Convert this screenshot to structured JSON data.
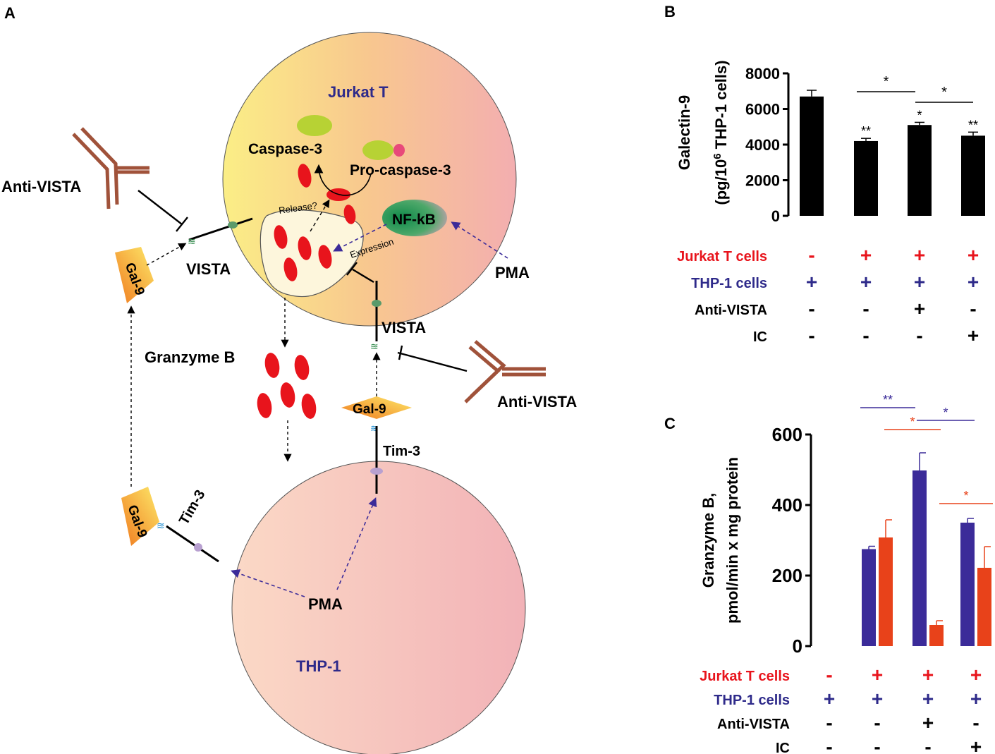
{
  "panels": {
    "a": "A",
    "b": "B",
    "c": "C"
  },
  "diagram": {
    "jurkat_label": "Jurkat T",
    "thp1_label": "THP-1",
    "caspase3": "Caspase-3",
    "procaspase3": "Pro-caspase-3",
    "release": "Release?",
    "expression": "Expression",
    "nfkb": "NF-kB",
    "pma": "PMA",
    "anti_vista": "Anti-VISTA",
    "vista": "VISTA",
    "gal9": "Gal-9",
    "tim3": "Tim-3",
    "granzyme_b": "Granzyme B"
  },
  "colors": {
    "red": "#e8141c",
    "blue": "#2e2a8a",
    "orange_bar": "#e8421a",
    "purple_bar": "#3b2b99",
    "antibody": "#a0523a"
  },
  "condition_rows": [
    {
      "label": "Jurkat T cells",
      "color": "#e8141c",
      "values": [
        "-",
        "+",
        "+",
        "+"
      ]
    },
    {
      "label": "THP-1 cells",
      "color": "#2e2a8a",
      "values": [
        "+",
        "+",
        "+",
        "+"
      ]
    },
    {
      "label": "Anti-VISTA",
      "color": "#000000",
      "values": [
        "-",
        "-",
        "+",
        "-"
      ]
    },
    {
      "label": "IC",
      "color": "#000000",
      "values": [
        "-",
        "-",
        "-",
        "+"
      ]
    }
  ],
  "chart_data": [
    {
      "type": "bar",
      "panel": "B",
      "ylabel_line1": "Galectin-9",
      "ylabel_line2": "(pg/10",
      "ylabel_sup": "6",
      "ylabel_line2_end": " THP-1 cells)",
      "ylim": [
        0,
        8000
      ],
      "yticks": [
        "0",
        "2000",
        "4000",
        "6000",
        "8000"
      ],
      "values": [
        6700,
        4200,
        5100,
        4500
      ],
      "errors": [
        350,
        150,
        150,
        200
      ],
      "point_marks": [
        "",
        "**",
        "*",
        "**"
      ],
      "comparisons": [
        {
          "from": 1,
          "to": 2,
          "mark": "*"
        },
        {
          "from": 2,
          "to": 3,
          "mark": "*"
        }
      ]
    },
    {
      "type": "bar",
      "panel": "C",
      "ylabel_line1": "Granzyme B,",
      "ylabel_line2": "pmol/min x mg protein",
      "ylim": [
        0,
        600
      ],
      "yticks": [
        "0",
        "200",
        "400",
        "600"
      ],
      "series": [
        {
          "values": [
            null,
            275,
            498,
            350
          ],
          "errors": [
            null,
            8,
            50,
            12
          ]
        },
        {
          "values": [
            null,
            308,
            60,
            222
          ],
          "errors": [
            null,
            50,
            12,
            60
          ]
        }
      ],
      "comparisons": [
        {
          "label": "**",
          "color": "#3b2b99"
        },
        {
          "label": "*",
          "color": "#3b2b99"
        },
        {
          "label": "*",
          "color": "#e8421a"
        },
        {
          "label": "*",
          "color": "#e8421a"
        }
      ]
    }
  ]
}
